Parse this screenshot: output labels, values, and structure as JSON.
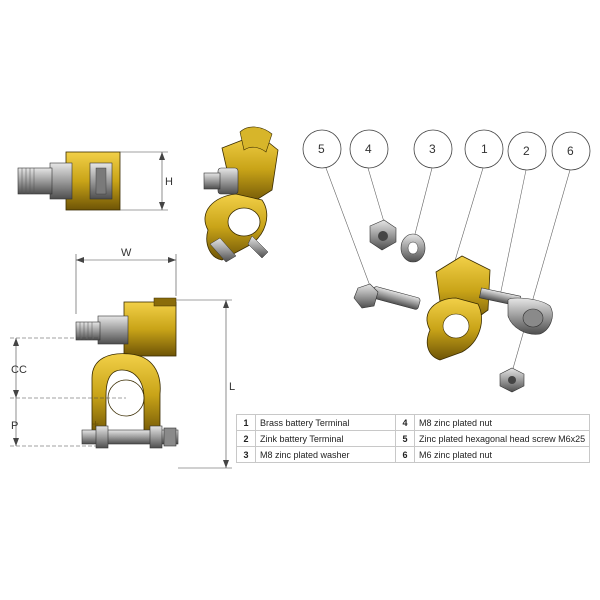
{
  "dimensions": {
    "w": "W",
    "h": "H",
    "l": "L",
    "cc": "CC",
    "p": "P"
  },
  "callouts": [
    "5",
    "4",
    "3",
    "1",
    "2",
    "6"
  ],
  "parts": [
    {
      "num": "1",
      "desc": "Brass battery Terminal"
    },
    {
      "num": "2",
      "desc": "Zink battery Terminal"
    },
    {
      "num": "3",
      "desc": "M8 zinc plated washer"
    },
    {
      "num": "4",
      "desc": "M8 zinc plated nut"
    },
    {
      "num": "5",
      "desc": "Zinc plated hexagonal head screw M6x25"
    },
    {
      "num": "6",
      "desc": "M6 zinc plated nut"
    }
  ],
  "colors": {
    "brass": "#c9a418",
    "brass_dark": "#7a5f08",
    "steel": "#a9a9a9",
    "steel_dark": "#555555",
    "line": "#333333"
  }
}
